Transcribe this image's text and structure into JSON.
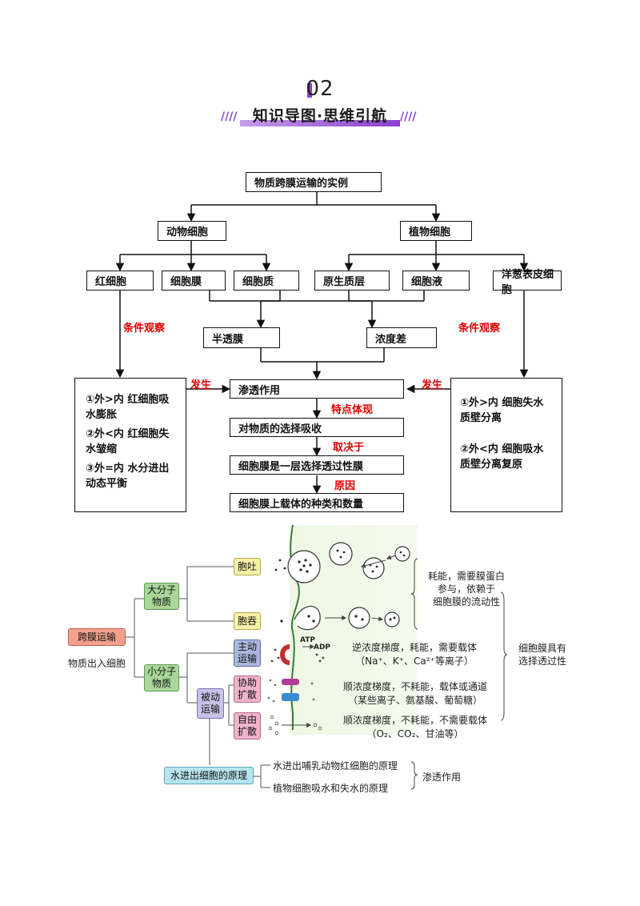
{
  "header": {
    "section_number": "02",
    "section_title": "知识导图·思维引航"
  },
  "flowchart": {
    "top": "物质跨膜运输的实例",
    "animal": "动物细胞",
    "plant": "植物细胞",
    "red_cell": "红细胞",
    "cell_membrane": "细胞膜",
    "cytoplasm": "细胞质",
    "protoplast_layer": "原生质层",
    "cell_sap": "细胞液",
    "epidermis_cell": "洋葱表皮细胞",
    "semipermeable": "半透膜",
    "concentration_diff": "浓度差",
    "condition_left": "条件观察",
    "condition_right": "条件观察",
    "occur_left": "发生",
    "occur_right": "发生",
    "osmosis": "渗透作用",
    "feature": "特点体现",
    "selective_absorption": "对物质的选择吸收",
    "depends": "取决于",
    "selective_membrane": "细胞膜是一层选择透过性膜",
    "reason": "原因",
    "carrier": "细胞膜上载体的种类和数量",
    "left_list": [
      "①外>内 红细胞吸水膨胀",
      "②外<内 红细胞失水皱缩",
      "③外=内 水分进出动态平衡"
    ],
    "right_list": [
      "①外>内 细胞失水 质壁分离",
      "②外<内 细胞吸水 质壁分离复原"
    ]
  },
  "transport": {
    "root": "跨膜运输",
    "root_sub": "物质出入细胞",
    "macro": "大分子物质",
    "micro": "小分子物质",
    "exocytosis": "胞吐",
    "endocytosis": "胞吞",
    "active": "主动运输",
    "passive": "被动运输",
    "facilitated": "协助扩散",
    "free": "自由扩散",
    "water_principle": "水进出细胞的原理",
    "macro_desc": [
      "耗能，需要膜蛋白",
      "参与，依赖于",
      "细胞膜的流动性"
    ],
    "active_desc": [
      "逆浓度梯度，耗能，需要载体",
      "（Na⁺、K⁺、Ca²⁺等离子）"
    ],
    "facilitated_desc": [
      "顺浓度梯度，不耗能，载体或通道",
      "（某些离子、氨基酸、葡萄糖）"
    ],
    "free_desc": [
      "顺浓度梯度，不耗能，不需要载体",
      "（O₂、CO₂、甘油等）"
    ],
    "selectivity": [
      "细胞膜具有",
      "选择透过性"
    ],
    "water_1": "水进出哺乳动物红细胞的原理",
    "water_2": "植物细胞吸水和失水的原理",
    "osmosis": "渗透作用",
    "atp": "ATP",
    "adp": "ADP"
  }
}
